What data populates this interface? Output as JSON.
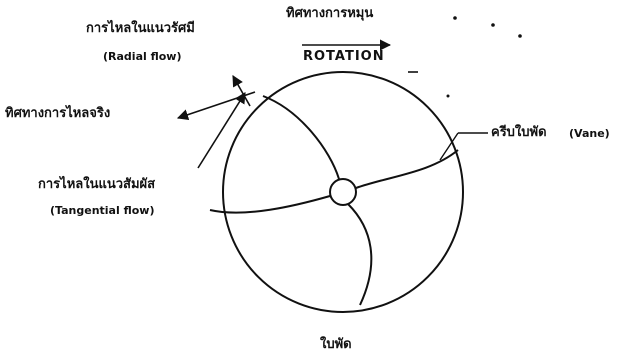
{
  "labels": {
    "radial_flow_th": "การไหลในแนวรัศมี",
    "radial_flow_en": "(Radial flow)",
    "rotation_direction_th": "ทิศทางการหมุน",
    "rotation_en": "ROTATION",
    "actual_flow_direction_th": "ทิศทางการไหลจริง",
    "vane_th": "ครีบใบพัด",
    "vane_en": "(Vane)",
    "tangential_flow_th": "การไหลในแนวสัมผัส",
    "tangential_flow_en": "(Tangential flow)",
    "impeller_th": "ใบพัด"
  },
  "diagram": {
    "blade_count": 4,
    "colors": {
      "ink": "#111111",
      "background": "#ffffff"
    }
  }
}
